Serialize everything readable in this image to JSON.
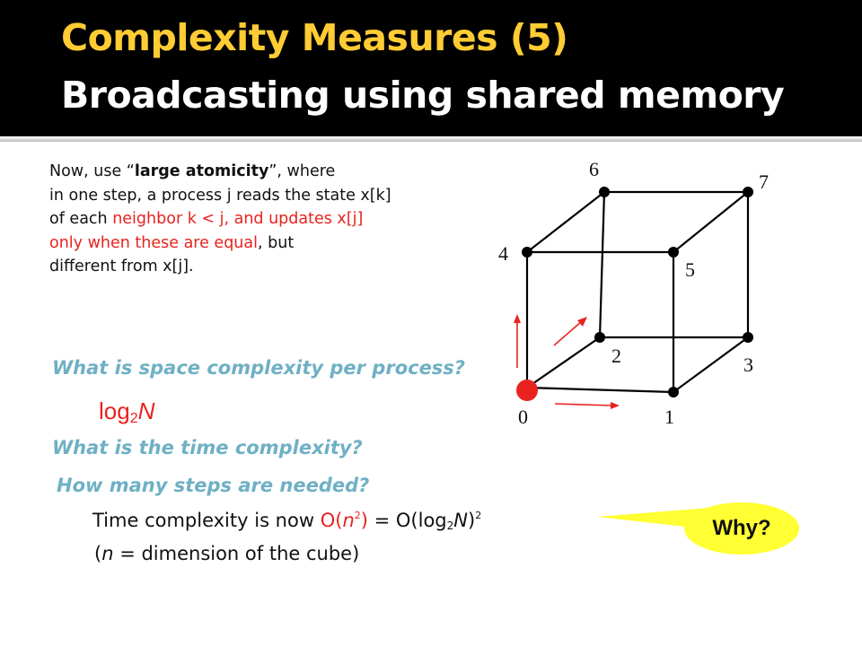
{
  "slide": {
    "title_line1": "Complexity Measures (5)",
    "title_line2": "Broadcasting using shared memory"
  },
  "intro": {
    "p1": "Now, use “",
    "p1_bold": "large atomicity",
    "p2": "”, where",
    "line2": "in one step, a process j reads the state x[k]",
    "line3_a": "of each ",
    "line3_red": "neighbor k < j, and updates x[j]",
    "line4_red": "only when these are equal",
    "line4_b": ", but",
    "line5": "different from x[j]."
  },
  "questions": {
    "space": "What is space complexity per process?",
    "time": "What is the time complexity?",
    "steps": "How many steps are needed?"
  },
  "answer_space": {
    "log": "log",
    "sub": "2",
    "var": "N"
  },
  "time_answer": {
    "prefix": "Time complexity is now ",
    "o_open": "O(",
    "n": "n",
    "exp": "2",
    "o_close": ")",
    "eq": " = O(log",
    "sub": "2",
    "N": "N",
    "close": ")",
    "exp2": "2",
    "note_open": "(",
    "note_n": "n",
    "note_rest": " = dimension of the cube)"
  },
  "callout": {
    "label": "Why?"
  },
  "cube": {
    "labels": [
      "0",
      "1",
      "2",
      "3",
      "4",
      "5",
      "6",
      "7"
    ],
    "source_color": "#e8231f",
    "edge_color": "#000000",
    "arrow_color": "#e8231f"
  }
}
